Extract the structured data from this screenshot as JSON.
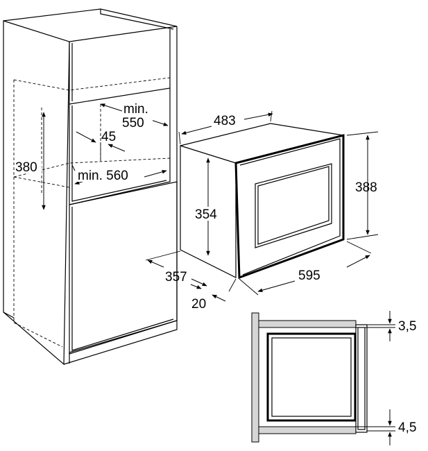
{
  "dimensions": {
    "min_550_a": "min.",
    "min_550_b": "550",
    "d45": "45",
    "d380": "380",
    "min_560": "min. 560",
    "d483": "483",
    "d388": "388",
    "d354": "354",
    "d357": "357",
    "d595": "595",
    "d20": "20",
    "d3_5": "3,5",
    "d4_5": "4,5"
  }
}
